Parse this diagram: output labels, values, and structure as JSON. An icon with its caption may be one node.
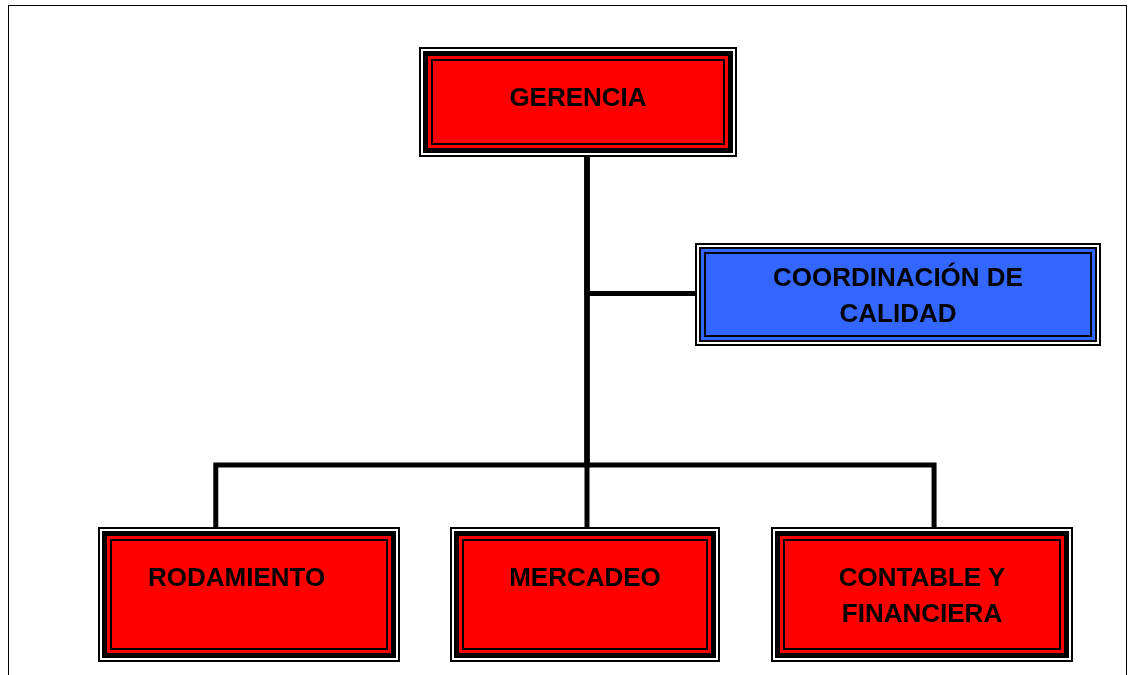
{
  "diagram": {
    "nodes": [
      {
        "text": [
          "GERENCIA"
        ]
      },
      {
        "text": [
          "COORDINACIÓN DE CALIDAD"
        ]
      },
      {
        "text": [
          "RODAMIENTO"
        ]
      },
      {
        "text": [
          "MERCADEO"
        ]
      },
      {
        "text": [
          "CONTABLE Y FINANCIERA"
        ]
      }
    ],
    "edges": [
      {
        "from": 0,
        "to": 1,
        "arrow": "none"
      },
      {
        "from": 0,
        "to": 2,
        "arrow": "none"
      },
      {
        "from": 0,
        "to": 3,
        "arrow": "none"
      },
      {
        "from": 0,
        "to": 4,
        "arrow": "none"
      }
    ]
  }
}
